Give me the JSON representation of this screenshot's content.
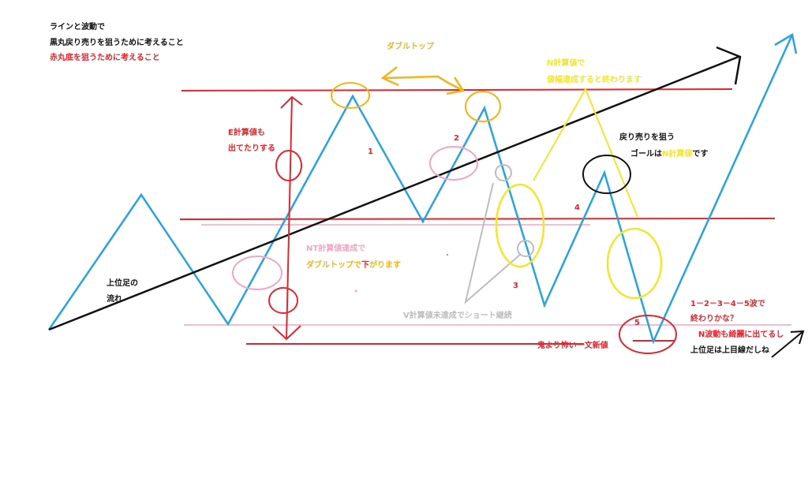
{
  "colors": {
    "red": "#e0262e",
    "blue": "#27a3df",
    "black": "#111111",
    "yellow": "#f5e52a",
    "orange": "#f2b31b",
    "pink": "#f3a6c2",
    "gray": "#bdbdbd"
  },
  "header": {
    "line1": "ラインと波動で",
    "line2": "黒丸戻り売りを狙うために考えること",
    "line3": "赤丸底を狙うために考えること"
  },
  "annotations": {
    "double_top": "ダブルトップ",
    "n_calc_1": "N計算値で",
    "n_calc_2": "値幅達成すると終わります",
    "e_calc_1": "E計算値も",
    "e_calc_2": "出てたりする",
    "wave_1": "1",
    "wave_2": "2",
    "wave_3": "3",
    "wave_4": "4",
    "wave_5": "5",
    "return_sell": "戻り売りを狙う",
    "goal_prefix": "ゴールは",
    "goal_highlight": "N計算値",
    "goal_suffix": "です",
    "higher_tf_1": "上位足の",
    "higher_tf_2": "流れ",
    "nt_calc": "NT計算値達成で",
    "double_top_down_1": "ダブルトップで",
    "double_top_down_2": "下",
    "double_top_down_3": "がります",
    "v_calc": "V計算値未達成でショート継続",
    "oni": "鬼より怖い一文新値",
    "end_1": "1－2－3－4－5波で",
    "end_2": "終わりかな？",
    "n_wave": "N波動も綺麗に出てるし",
    "upper_tf": "上位足は上目線だしね"
  }
}
